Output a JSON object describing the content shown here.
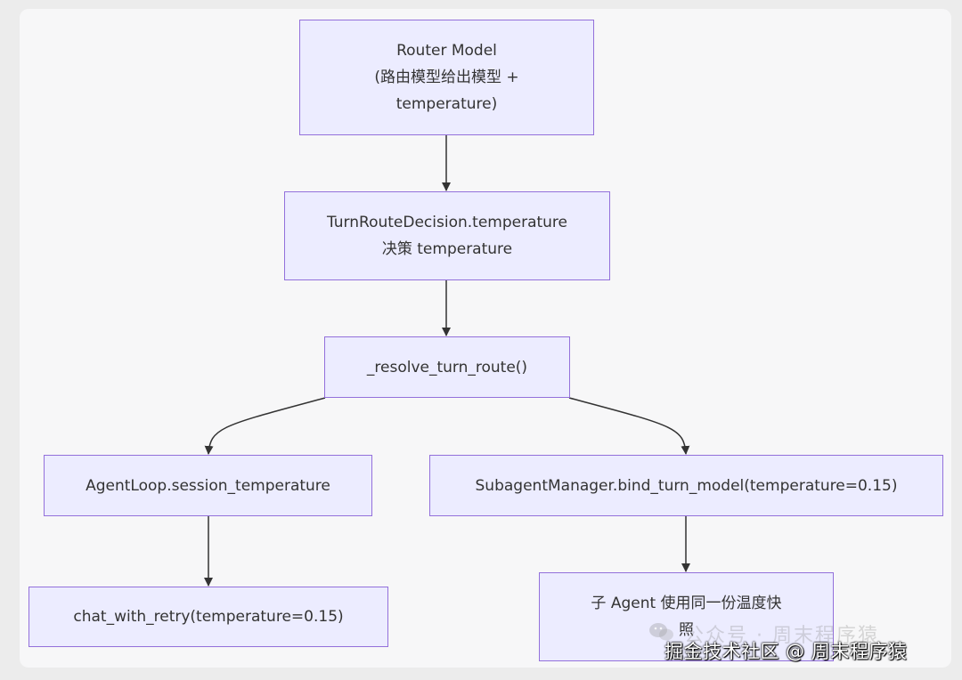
{
  "nodes": {
    "router_model": "Router Model\n(路由模型给出模型 +\ntemperature)",
    "turn_route_decision": "TurnRouteDecision.temperature\n决策 temperature",
    "resolve_turn_route": "_resolve_turn_route()",
    "agent_loop": "AgentLoop.session_temperature",
    "subagent_manager": "SubagentManager.bind_turn_model(temperature=0.15)",
    "chat_with_retry": "chat_with_retry(temperature=0.15)",
    "sub_agent_snapshot": "子 Agent 使用同一份温度快\n照"
  },
  "watermark": {
    "faint": "公众号 · 周末程序猿",
    "main": "掘金技术社区 @ 周末程序猿",
    "icon": "wechat-icon"
  },
  "colors": {
    "node_fill": "#ececff",
    "node_border": "#9370db",
    "edge": "#333333",
    "background": "#f7f7f8"
  }
}
